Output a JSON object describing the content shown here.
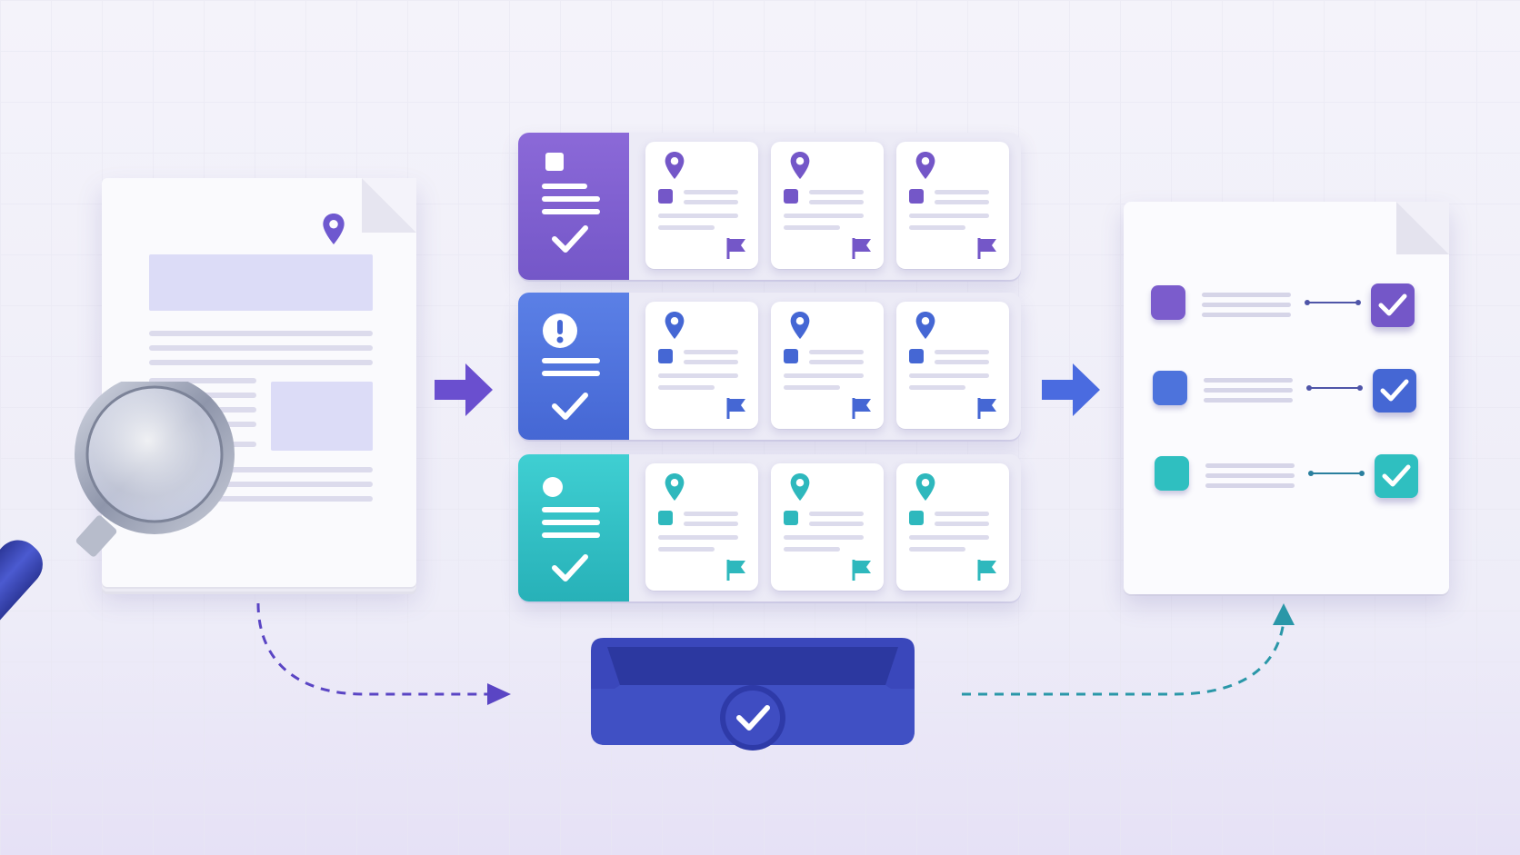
{
  "diagram": {
    "rows": [
      {
        "accent": "#7b5ccc",
        "lead_icon": "note-icon",
        "cards": 3
      },
      {
        "accent": "#4d73dc",
        "lead_icon": "alert-icon",
        "cards": 3
      },
      {
        "accent": "#2ec0c6",
        "lead_icon": "dot-icon",
        "cards": 3
      }
    ],
    "result_rows": [
      {
        "accent": "#7b5ccc"
      },
      {
        "accent": "#4d73dc"
      },
      {
        "accent": "#2fbfc0"
      }
    ],
    "colors": {
      "purple": "#7b5ccc",
      "blue": "#4d73dc",
      "teal": "#2ec0c6",
      "tray": "#3c4cc0",
      "magnifier_handle": "#3d4bb8",
      "arrow_purple": "#6a4fcf",
      "arrow_blue": "#4a6be0"
    },
    "icons": [
      "document-icon",
      "magnifier-icon",
      "location-pin-icon",
      "flag-icon",
      "check-icon",
      "tray-icon",
      "arrow-right-icon"
    ]
  }
}
